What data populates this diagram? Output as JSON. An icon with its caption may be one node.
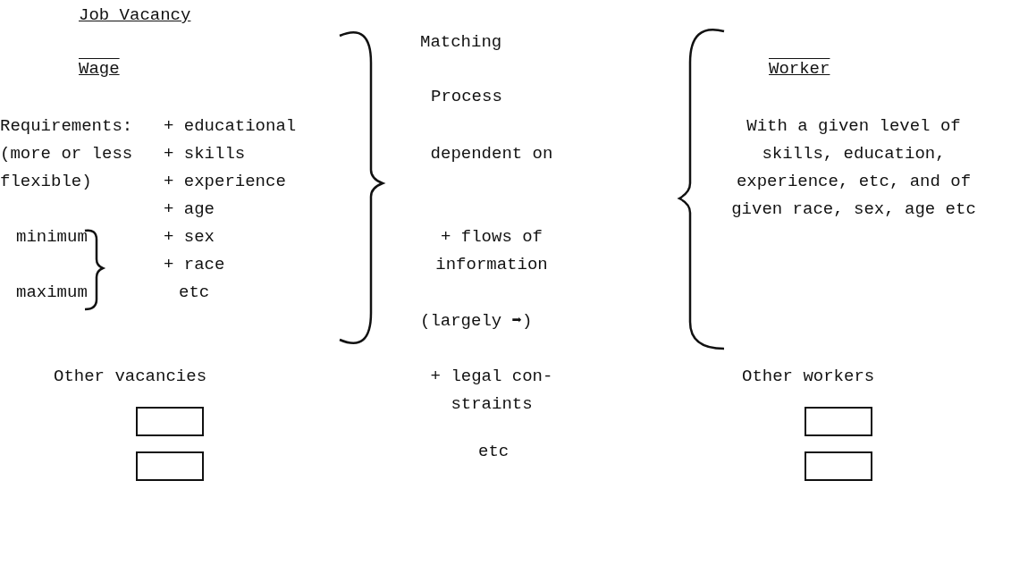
{
  "diagram": {
    "nodes": [
      {
        "text": [],
        "shape": "box"
      },
      {
        "text": [],
        "shape": "box"
      },
      {
        "text": [],
        "shape": "box"
      },
      {
        "text": [],
        "shape": "box"
      }
    ],
    "edges": [],
    "labels": [
      "Job Vacancy",
      "Matching",
      "Wage",
      "Worker",
      "Process",
      "Requirements: (more or less flexible)",
      "+ educational",
      "+ skills",
      "+ experience",
      "+ age",
      "+ sex",
      "+ race",
      "etc",
      "minimum",
      "maximum",
      "dependent on",
      "+ flows of information",
      "(largely ➡)",
      "With a given level of skills, education, experience, etc, and of given race, sex, age etc",
      "Other vacancies",
      "+ legal con- straints",
      "Other workers",
      "etc"
    ]
  }
}
